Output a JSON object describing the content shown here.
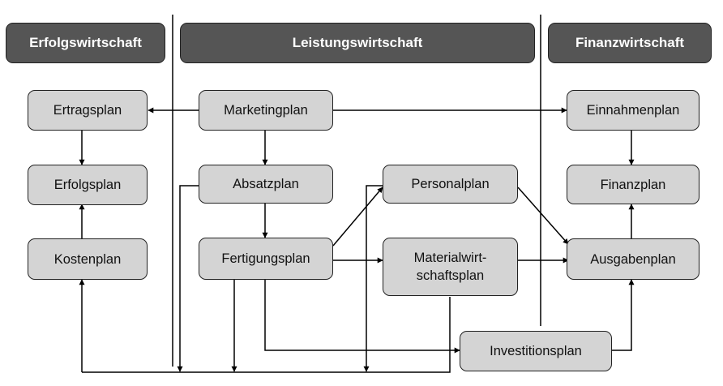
{
  "headers": {
    "erfolg": "Erfolgswirtschaft",
    "leistung": "Leistungswirtschaft",
    "finanz": "Finanzwirtschaft"
  },
  "boxes": {
    "ertragsplan": "Ertragsplan",
    "erfolgsplan": "Erfolgsplan",
    "kostenplan": "Kostenplan",
    "marketingplan": "Marketingplan",
    "absatzplan": "Absatzplan",
    "fertigungsplan": "Fertigungsplan",
    "personalplan": "Personalplan",
    "materialwirtschaftsplan": "Materialwirt-\nschaftsplan",
    "investitionsplan": "Investitionsplan",
    "einnahmenplan": "Einnahmenplan",
    "finanzplan": "Finanzplan",
    "ausgabenplan": "Ausgabenplan"
  },
  "colors": {
    "header_fill": "#555555",
    "box_fill": "#d4d4d4",
    "line": "#000000"
  }
}
